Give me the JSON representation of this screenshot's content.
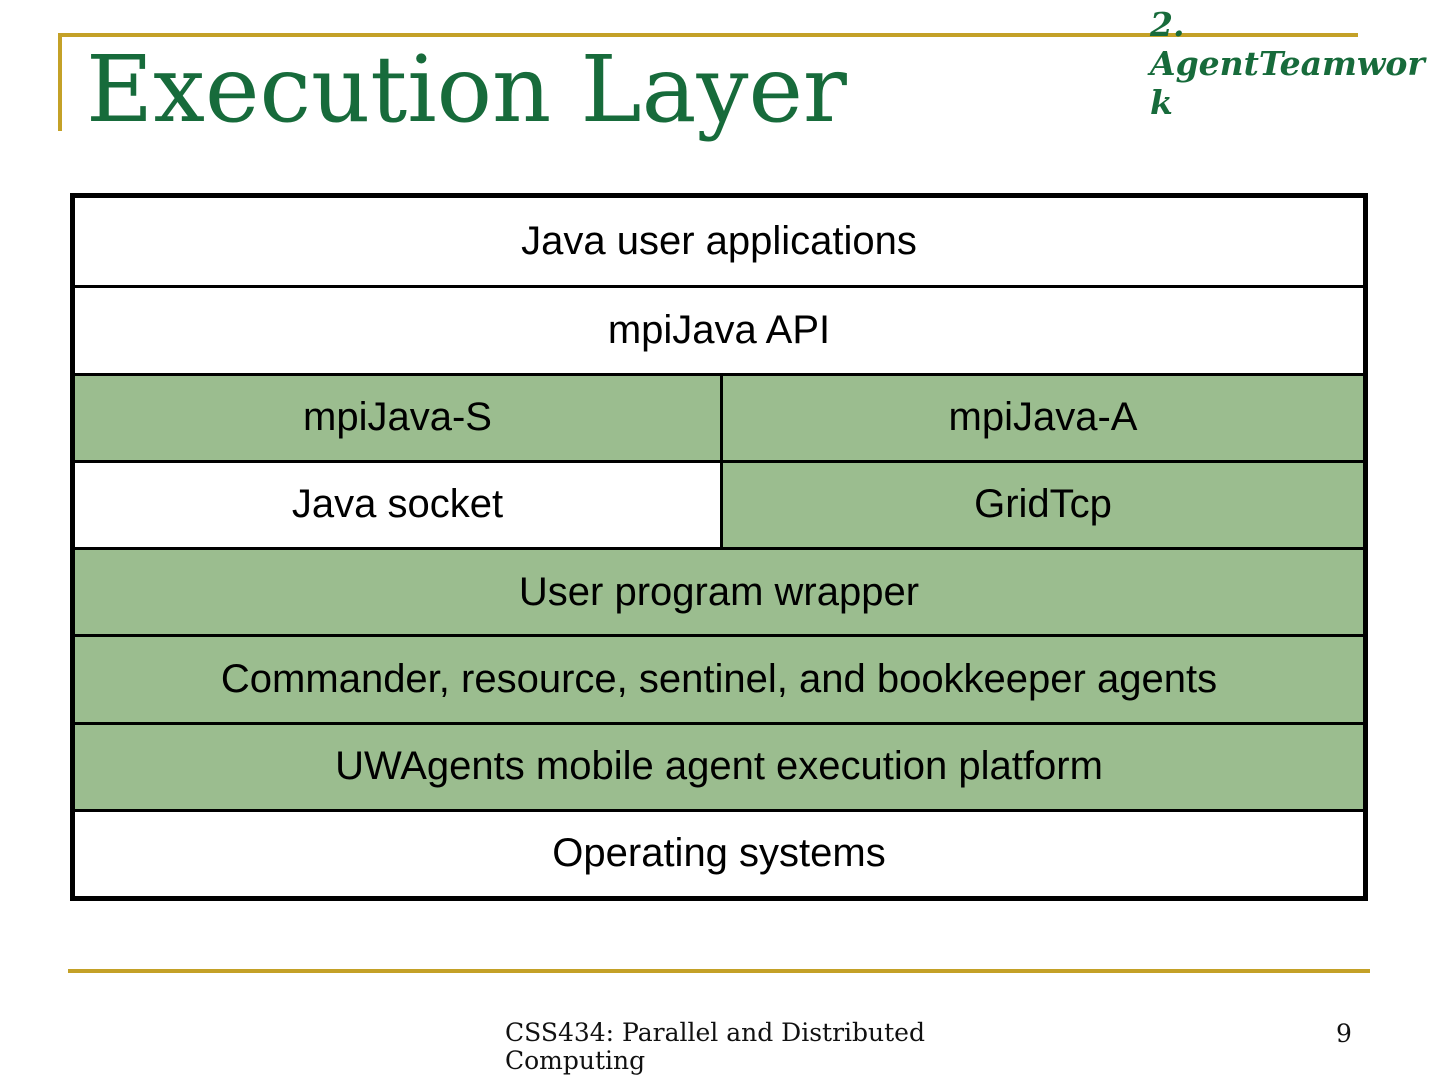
{
  "slide": {
    "title": "Execution Layer",
    "unit_label": {
      "text": "2. AgentTeamwork",
      "lines": [
        "2.",
        "AgentTeamwor",
        "k"
      ]
    },
    "footer": {
      "course": "CSS434: Parallel and Distributed Computing",
      "page_number": "9"
    }
  },
  "colors": {
    "accent_gold": "#C4A127",
    "title_green": "#176B3B",
    "layer_green": "#9BBD8F",
    "border_black": "#000000"
  },
  "diagram": {
    "type": "layer-stack",
    "rows": [
      {
        "cells": [
          {
            "label": "Java user applications",
            "fill": "white",
            "span": "full"
          }
        ]
      },
      {
        "cells": [
          {
            "label": "mpiJava API",
            "fill": "white",
            "span": "full"
          }
        ]
      },
      {
        "cells": [
          {
            "label": "mpiJava-S",
            "fill": "green",
            "span": "left"
          },
          {
            "label": "mpiJava-A",
            "fill": "green",
            "span": "right"
          }
        ]
      },
      {
        "cells": [
          {
            "label": "Java socket",
            "fill": "white",
            "span": "left"
          },
          {
            "label": "GridTcp",
            "fill": "green",
            "span": "right"
          }
        ]
      },
      {
        "cells": [
          {
            "label": "User program wrapper",
            "fill": "green",
            "span": "full"
          }
        ]
      },
      {
        "cells": [
          {
            "label": "Commander, resource, sentinel, and bookkeeper agents",
            "fill": "green",
            "span": "full"
          }
        ]
      },
      {
        "cells": [
          {
            "label": "UWAgents mobile agent execution platform",
            "fill": "green",
            "span": "full"
          }
        ]
      },
      {
        "cells": [
          {
            "label": "Operating systems",
            "fill": "white",
            "span": "full"
          }
        ]
      }
    ]
  }
}
